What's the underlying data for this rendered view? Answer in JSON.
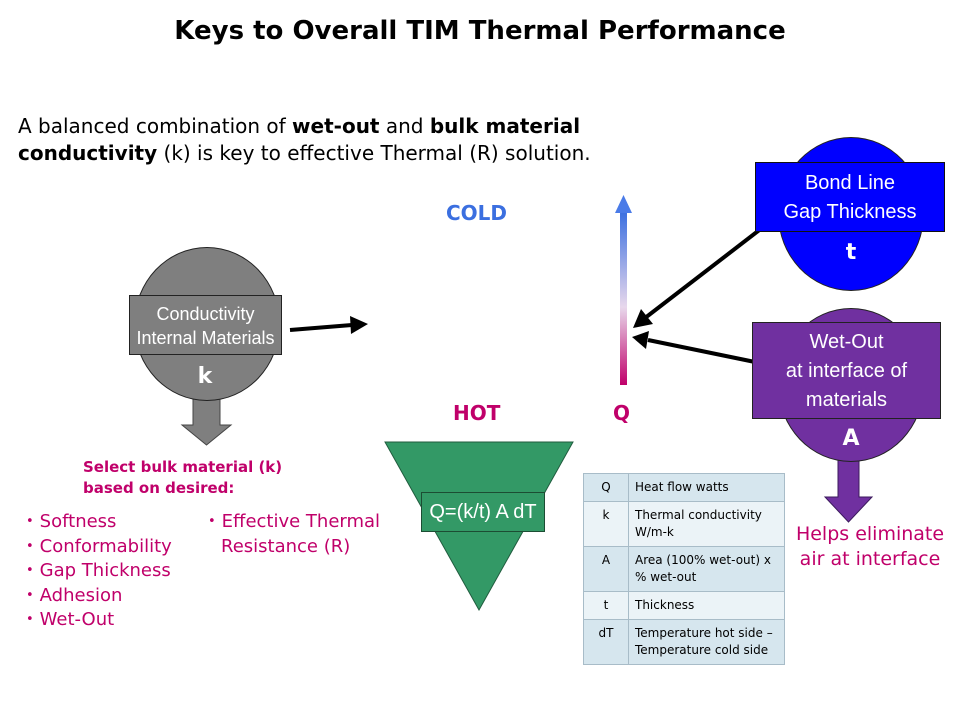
{
  "title": "Keys to Overall TIM Thermal Performance",
  "intro": {
    "part1": "A balanced combination of ",
    "bold1": "wet-out",
    "part2": " and ",
    "bold2": "bulk material conductivity",
    "part3": " (k) is key to effective Thermal (R) solution."
  },
  "conductivity_node": {
    "line1": "Conductivity",
    "line2": "Internal Materials",
    "letter": "k"
  },
  "bond_line_node": {
    "line1": "Bond Line",
    "line2": "Gap Thickness",
    "letter": "t"
  },
  "wet_out_node": {
    "line1": "Wet-Out",
    "line2": "at interface of",
    "line3": "materials",
    "letter": "A"
  },
  "cold_label": "COLD",
  "hot_label": "HOT",
  "q_label": "Q",
  "formula": "Q=(k/t) A dT",
  "select_heading": {
    "line1": "Select bulk material (k)",
    "line2": "based on desired:"
  },
  "desired_properties": [
    "Softness",
    "Conformability",
    "Gap Thickness",
    "Adhesion",
    "Wet-Out"
  ],
  "result_properties": [
    "Effective Thermal",
    "Resistance (R)"
  ],
  "helps_text": {
    "line1": "Helps eliminate",
    "line2": "air at interface"
  },
  "legend": [
    {
      "symbol": "Q",
      "meaning": "Heat flow watts"
    },
    {
      "symbol": "k",
      "meaning": "Thermal conductivity W/m-k"
    },
    {
      "symbol": "A",
      "meaning": "Area (100% wet-out) x % wet-out"
    },
    {
      "symbol": "t",
      "meaning": "Thickness"
    },
    {
      "symbol": "dT",
      "meaning": "Temperature hot side – Temperature cold side"
    }
  ],
  "colors": {
    "conductivity": "#7f7f7f",
    "bond_line": "#0000ff",
    "wet_out": "#7030a0",
    "formula_green": "#339966",
    "cold_blue": "#3b6fe0",
    "magenta": "#c0006a"
  }
}
